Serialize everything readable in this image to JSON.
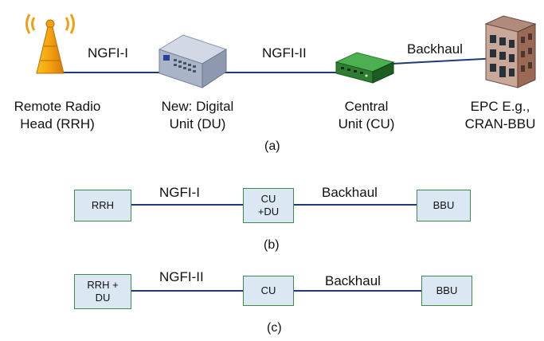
{
  "diagram_a": {
    "link_labels": [
      "NGFI-I",
      "NGFI-II",
      "Backhaul"
    ],
    "rrh_label": [
      "Remote Radio",
      "Head (RRH)"
    ],
    "du_label": [
      "New: Digital",
      "Unit (DU)"
    ],
    "cu_label": [
      "Central",
      "Unit (CU)"
    ],
    "epc_label": [
      "EPC E.g.,",
      "CRAN-BBU"
    ],
    "caption": "(a)"
  },
  "diagram_b": {
    "boxes": [
      "RRH",
      "CU\n+DU",
      "BBU"
    ],
    "link_labels": [
      "NGFI-I",
      "Backhaul"
    ],
    "caption": "(b)"
  },
  "diagram_c": {
    "boxes": [
      "RRH +\nDU",
      "CU",
      "BBU"
    ],
    "link_labels": [
      "NGFI-II",
      "Backhaul"
    ],
    "caption": "(c)"
  },
  "colors": {
    "link": "#1f3a7a",
    "box_fill": "#dbe8f4",
    "box_border": "#3a8d4a"
  },
  "icons": [
    "antenna-tower-icon",
    "du-switch-icon",
    "cu-router-icon",
    "building-icon"
  ]
}
